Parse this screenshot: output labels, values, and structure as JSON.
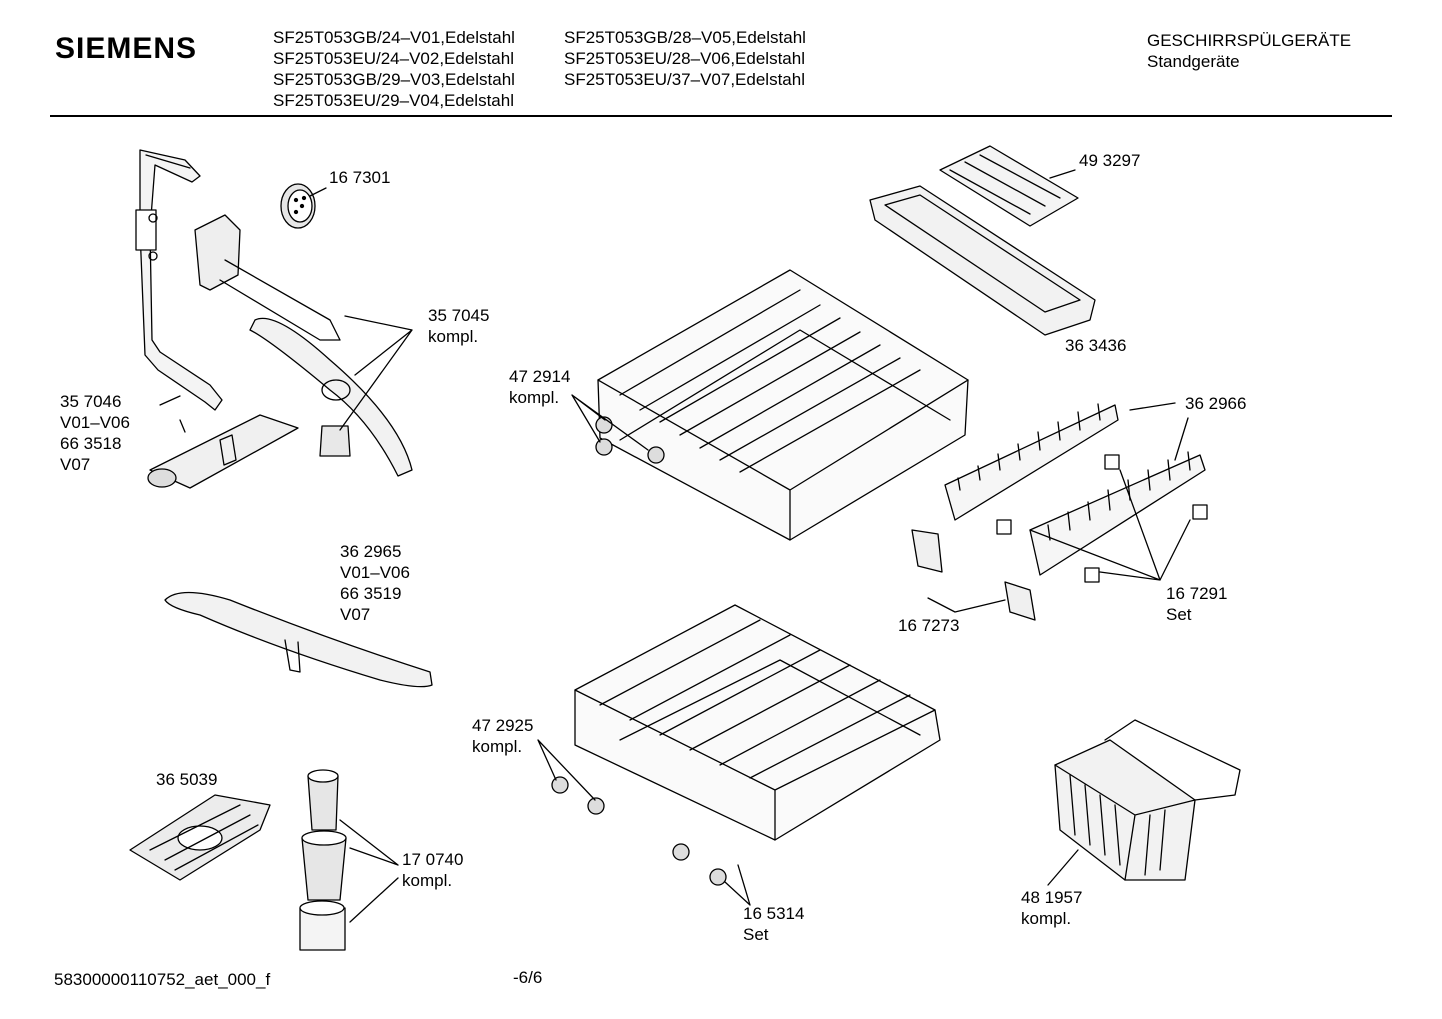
{
  "header": {
    "brand": "SIEMENS",
    "models_col1": [
      "SF25T053GB/24–V01,Edelstahl",
      "SF25T053EU/24–V02,Edelstahl",
      "SF25T053GB/29–V03,Edelstahl",
      "SF25T053EU/29–V04,Edelstahl"
    ],
    "models_col2": [
      "SF25T053GB/28–V05,Edelstahl",
      "SF25T053EU/28–V06,Edelstahl",
      "SF25T053EU/37–V07,Edelstahl"
    ],
    "category": "GESCHIRRSPÜLGERÄTE",
    "subcategory": "Standgeräte"
  },
  "parts": {
    "p167301": "16 7301",
    "p357045": "35 7045\nkompl.",
    "p357046": "35 7046\nV01–V06\n66 3518\nV07",
    "p493297": "49 3297",
    "p363436": "36 3436",
    "p472914": "47 2914\nkompl.",
    "p362966": "36 2966",
    "p362965": "36 2965\nV01–V06\n66 3519\nV07",
    "p167291": "16 7291\nSet",
    "p167273": "16 7273",
    "p472925": "47 2925\nkompl.",
    "p365039": "36 5039",
    "p170740": "17 0740\nkompl.",
    "p165314": "16 5314\nSet",
    "p481957": "48 1957\nkompl."
  },
  "footer": {
    "doc_id": "58300000110752_aet_000_f",
    "page": "-6/6"
  }
}
